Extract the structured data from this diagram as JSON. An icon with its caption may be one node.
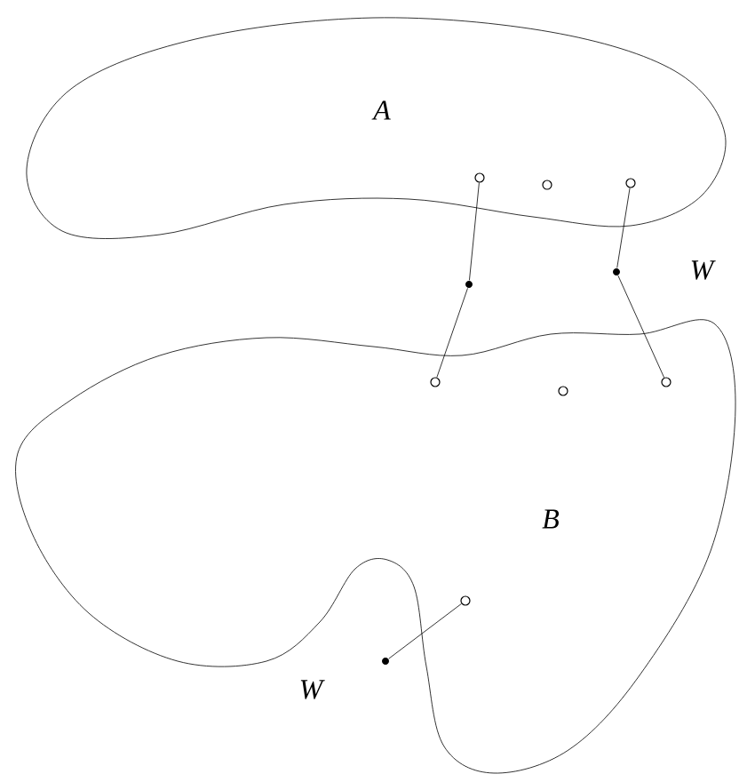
{
  "diagram": {
    "nodes": [
      {
        "text": [
          "A"
        ]
      },
      {
        "text": [
          "B"
        ]
      },
      {
        "text": [],
        "shape": "circle",
        "in": 0
      },
      {
        "text": [],
        "shape": "dot"
      },
      {
        "text": [],
        "shape": "circle",
        "in": 1
      },
      {
        "text": [],
        "shape": "circle",
        "in": 0
      },
      {
        "text": [],
        "shape": "circle",
        "in": 0
      },
      {
        "text": [],
        "shape": "dot"
      },
      {
        "text": [],
        "shape": "circle",
        "in": 1
      },
      {
        "text": [],
        "shape": "circle",
        "in": 1
      },
      {
        "text": [],
        "shape": "circle",
        "in": 1
      },
      {
        "text": [],
        "shape": "dot"
      }
    ],
    "edges": [
      {
        "from": 2,
        "to": 3,
        "arrow": "none"
      },
      {
        "from": 3,
        "to": 4,
        "arrow": "none"
      },
      {
        "from": 6,
        "to": 7,
        "arrow": "none"
      },
      {
        "from": 7,
        "to": 9,
        "arrow": "none"
      },
      {
        "from": 10,
        "to": 11,
        "arrow": "none"
      }
    ],
    "labels": [
      "W",
      "W"
    ]
  }
}
